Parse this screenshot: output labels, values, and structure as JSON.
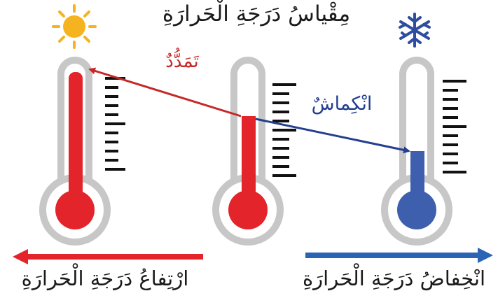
{
  "title": "مِقْياسُ دَرَجَةِ الْحَرارَةِ",
  "expansion_label": "تَمَدُّدٌ",
  "contraction_label": "انْكِماشٌ",
  "rise_label": "ارْتِفاعُ دَرَجَةِ الْحَرارَةِ",
  "fall_label": "انْخِفاضُ دَرَجَةِ الْحَرارَةِ",
  "icons": {
    "hot": "sun-icon",
    "cold": "snowflake-icon"
  },
  "colors": {
    "hot": "#e3242b",
    "hot_arrow": "#c62828",
    "cold": "#3e5fae",
    "cold_arrow": "#233f8f",
    "sun": "#f5b31f",
    "snowflake": "#2e4d9f",
    "tube": "#c7c7c7",
    "scale": "#111111"
  },
  "thermometers": [
    {
      "name": "hot",
      "liquid_level": 0.95
    },
    {
      "name": "neutral",
      "liquid_level": 0.5
    },
    {
      "name": "cold",
      "liquid_level": 0.23
    }
  ]
}
